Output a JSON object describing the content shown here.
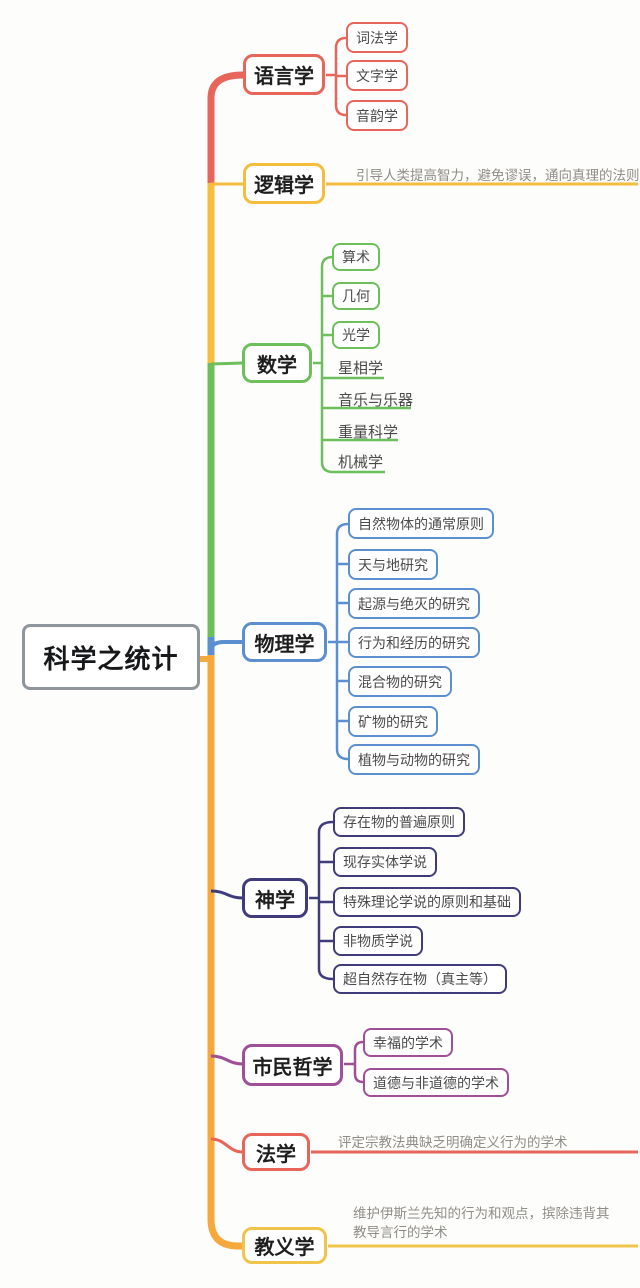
{
  "root": {
    "label": "科学之统计"
  },
  "colors": {
    "linguistics": "#e8655a",
    "logic": "#f4bd3e",
    "math": "#6cbf5a",
    "physics": "#5b8fd0",
    "theology": "#403c7c",
    "civil_philosophy": "#9e4f96",
    "law": "#e8655a",
    "dogmatics": "#f0c34a",
    "trunk_orange": "#f5a83c",
    "root_border": "#8e959c"
  },
  "branches": [
    {
      "label": "语言学",
      "children": [
        {
          "label": "词法学"
        },
        {
          "label": "文字学"
        },
        {
          "label": "音韵学"
        }
      ]
    },
    {
      "label": "逻辑学",
      "note": "引导人类提高智力，避免谬误，通向真理的法则"
    },
    {
      "label": "数学",
      "children": [
        {
          "label": "算术"
        },
        {
          "label": "几何"
        },
        {
          "label": "光学"
        },
        {
          "label": "星相学"
        },
        {
          "label": "音乐与乐器"
        },
        {
          "label": "重量科学"
        },
        {
          "label": "机械学"
        }
      ]
    },
    {
      "label": "物理学",
      "children": [
        {
          "label": "自然物体的通常原则"
        },
        {
          "label": "天与地研究"
        },
        {
          "label": "起源与绝灭的研究"
        },
        {
          "label": "行为和经历的研究"
        },
        {
          "label": "混合物的研究"
        },
        {
          "label": "矿物的研究"
        },
        {
          "label": "植物与动物的研究"
        }
      ]
    },
    {
      "label": "神学",
      "children": [
        {
          "label": "存在物的普遍原则"
        },
        {
          "label": "现存实体学说"
        },
        {
          "label": "特殊理论学说的原则和基础"
        },
        {
          "label": "非物质学说"
        },
        {
          "label": "超自然存在物（真主等）"
        }
      ]
    },
    {
      "label": "市民哲学",
      "children": [
        {
          "label": "幸福的学术"
        },
        {
          "label": "道德与非道德的学术"
        }
      ]
    },
    {
      "label": "法学",
      "note": "评定宗教法典缺乏明确定义行为的学术"
    },
    {
      "label": "教义学",
      "note": "维护伊斯兰先知的行为和观点，摈除违背其教导言行的学术"
    }
  ]
}
